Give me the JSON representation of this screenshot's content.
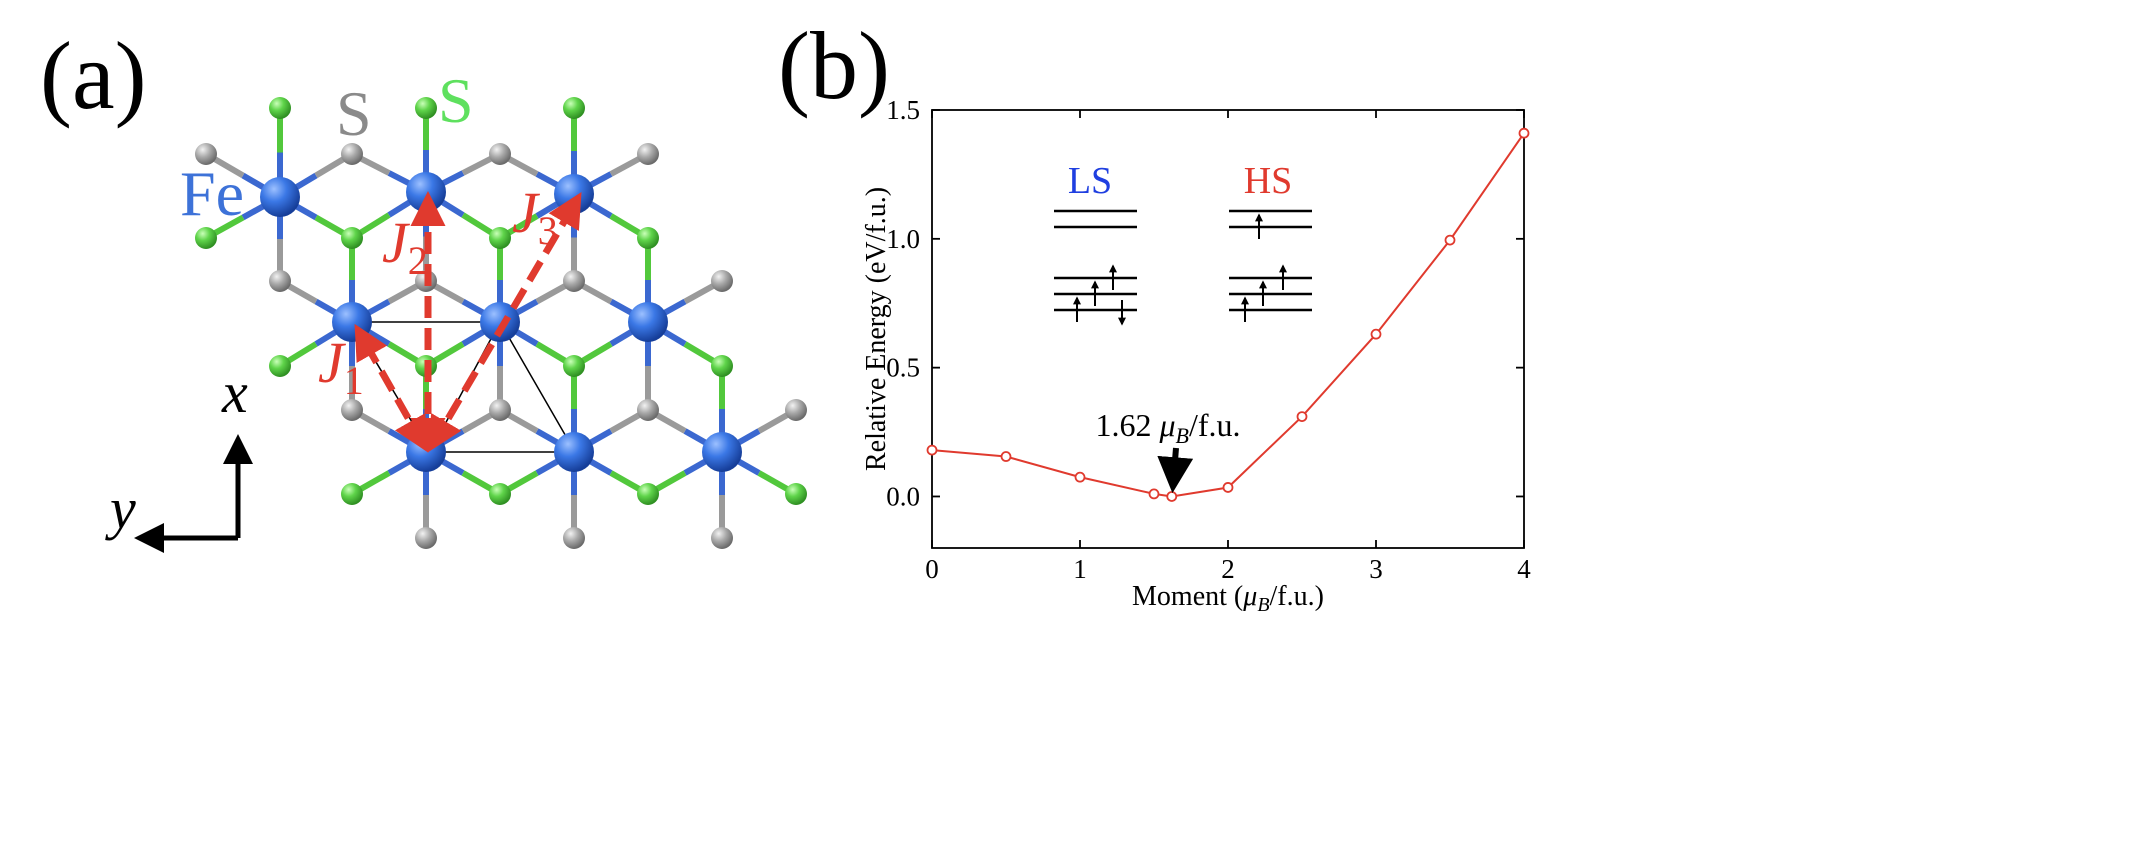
{
  "panel_a": {
    "label": "(a)",
    "species": [
      {
        "key": "S_gray",
        "text": "S",
        "color": "#8a8a8a"
      },
      {
        "key": "S_green",
        "text": "S",
        "color": "#5ee05e"
      },
      {
        "key": "Fe",
        "text": "Fe",
        "color": "#3d72d8"
      }
    ],
    "couplings": [
      {
        "main": "J",
        "sub": "1"
      },
      {
        "main": "J",
        "sub": "2"
      },
      {
        "main": "J",
        "sub": "3"
      }
    ],
    "axes": {
      "x": "x",
      "y": "y"
    },
    "colors": {
      "fe": "#2f6ad6",
      "s_gray": "#9a9a9a",
      "s_green": "#5fd44a",
      "bond_blue": "#3b68d0",
      "arrow": "#e03a2e"
    }
  },
  "panel_b": {
    "label": "(b)",
    "inset": {
      "ls_label": "LS",
      "hs_label": "HS",
      "ls_color": "#1f3fe0",
      "hs_color": "#e03a2e"
    },
    "annotation": {
      "value": "1.62",
      "symbol": "μ",
      "sub": "B",
      "unit": "/f.u."
    }
  },
  "chart_data": {
    "type": "line",
    "xlabel": "Moment (μB/f.u.)",
    "ylabel": "Relative Energy (eV/f.u.)",
    "xlim": [
      0,
      4
    ],
    "ylim": [
      -0.2,
      1.5
    ],
    "xticks": [
      "0",
      "1",
      "2",
      "3",
      "4"
    ],
    "yticks": [
      "0.0",
      "0.5",
      "1.0",
      "1.5"
    ],
    "grid": false,
    "series": [
      {
        "color": "#e03a2e",
        "x": [
          0,
          0.5,
          1.0,
          1.5,
          1.62,
          2.0,
          2.5,
          3.0,
          3.5,
          4.0
        ],
        "y": [
          0.18,
          0.155,
          0.075,
          0.01,
          0.0,
          0.035,
          0.31,
          0.63,
          0.995,
          1.41
        ]
      }
    ],
    "annotations": [
      {
        "text": "1.62 μB/f.u.",
        "x": 1.62,
        "y": 0.0
      }
    ]
  }
}
